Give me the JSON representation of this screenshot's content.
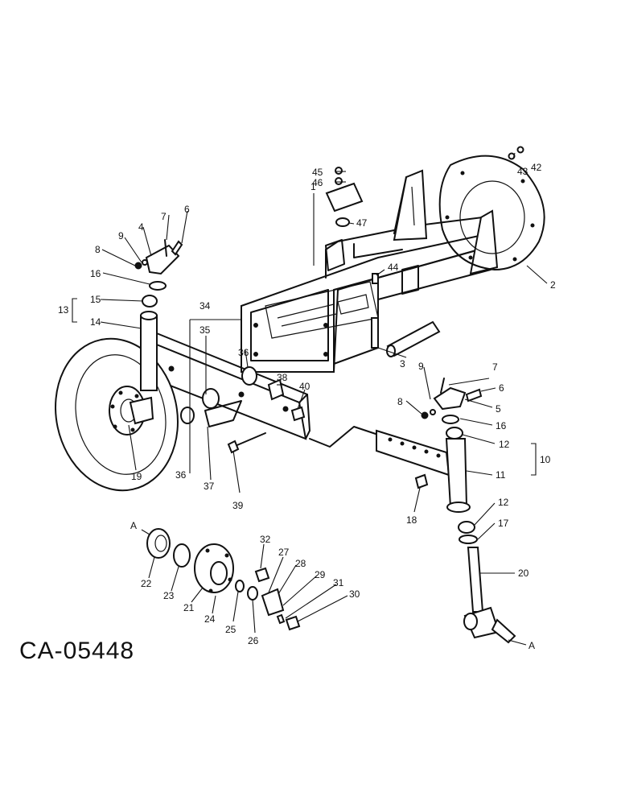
{
  "figure": {
    "code": "CA-05448"
  },
  "callouts": {
    "c1": "1",
    "c2": "2",
    "c3": "3",
    "c4": "4",
    "c5": "5",
    "c6a": "6",
    "c6b": "6",
    "c7a": "7",
    "c7b": "7",
    "c8a": "8",
    "c8b": "8",
    "c9a": "9",
    "c9b": "9",
    "c10": "10",
    "c11": "11",
    "c12a": "12",
    "c12b": "12",
    "c13": "13",
    "c14": "14",
    "c15": "15",
    "c16a": "16",
    "c16b": "16",
    "c17": "17",
    "c18": "18",
    "c19": "19",
    "c20": "20",
    "c21": "21",
    "c22": "22",
    "c23": "23",
    "c24": "24",
    "c25": "25",
    "c26": "26",
    "c27": "27",
    "c28": "28",
    "c29": "29",
    "c30": "30",
    "c31": "31",
    "c32": "32",
    "c34": "34",
    "c35": "35",
    "c36a": "36",
    "c36b": "36",
    "c37": "37",
    "c38": "38",
    "c39": "39",
    "c40": "40",
    "c42": "42",
    "c43": "43",
    "c44": "44",
    "c45": "45",
    "c46": "46",
    "c47": "47",
    "refA1": "A",
    "refA2": "A"
  }
}
